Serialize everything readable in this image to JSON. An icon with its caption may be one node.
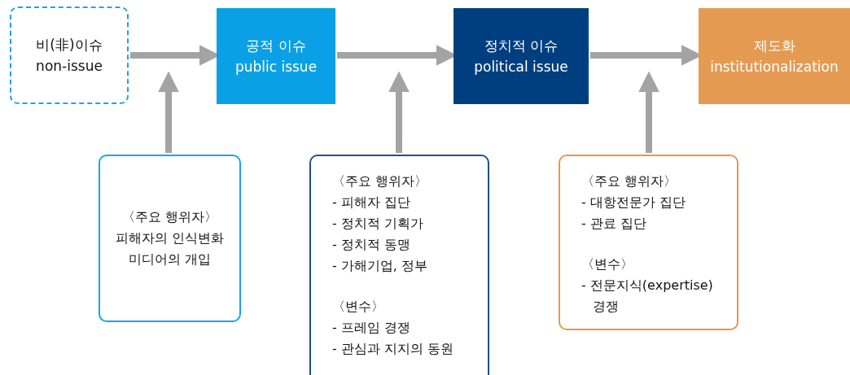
{
  "diagram": {
    "nodes": [
      {
        "text": [
          "비(非)이슈",
          "non-issue"
        ]
      },
      {
        "text": [
          "공적 이슈",
          "public issue"
        ]
      },
      {
        "text": [
          "정치적 이슈",
          "political issue"
        ]
      },
      {
        "text": [
          "제도화",
          "institutionalization"
        ]
      },
      {
        "text": [
          "〈주요 행위자〉",
          "피해자의 인식변화",
          "미디어의 개입"
        ]
      },
      {
        "text": [
          "〈주요 행위자〉",
          "- 피해자 집단",
          "- 정치적 기획가",
          "- 정치적 동맹",
          "- 가해기업, 정부",
          "〈변수〉",
          "- 프레임 경쟁",
          "- 관심과 지지의 동원"
        ]
      },
      {
        "text": [
          "〈주요 행위자〉",
          "- 대항전문가 집단",
          "- 관료 집단",
          "〈변수〉",
          "- 전문지식(expertise) 경쟁"
        ]
      }
    ],
    "edges": [
      {
        "from": 0,
        "to": 1,
        "arrow": "to"
      },
      {
        "from": 1,
        "to": 2,
        "arrow": "to"
      },
      {
        "from": 2,
        "to": 3,
        "arrow": "to"
      },
      {
        "from": 4,
        "to": null,
        "arrow": "to"
      },
      {
        "from": 5,
        "to": null,
        "arrow": "to"
      },
      {
        "from": 6,
        "to": null,
        "arrow": "to"
      }
    ]
  }
}
